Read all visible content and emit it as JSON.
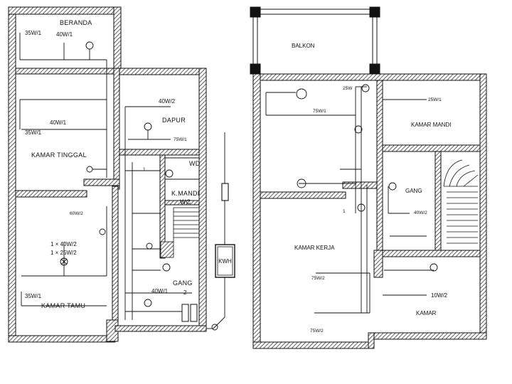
{
  "ground_floor": {
    "rooms": {
      "beranda": "BERANDA",
      "kamar_tinggal": "KAMAR TINGGAL",
      "dapur": "DAPUR",
      "wd": "WD",
      "kmandi_wc_1": "K.MANDI",
      "kmandi_wc_2": "WC",
      "kamar_tamu": "KAMAR TAMU",
      "gang": "GANG",
      "kwh": "KWH"
    },
    "ratings": {
      "beranda_wall": "35W/1",
      "beranda_ceiling": "40W/1",
      "tinggal_wall": "35W/1",
      "tinggal_ceiling": "40W/1",
      "dapur_ceiling": "40W/2",
      "dapur_small": "75W/1",
      "tamu_small": "60W/2",
      "tamu_line1": "1 × 40W/2",
      "tamu_line2": "1 × 25W/2",
      "tamu_wall": "35W/1",
      "gang_ceiling": "40W/1",
      "gang_num": "2",
      "stair_num": "1"
    }
  },
  "upper_floor": {
    "rooms": {
      "balkon": "BALKON",
      "kamar_mandi": "KAMAR MANDI",
      "gang": "GANG",
      "kamar_kerja": "KAMAR KERJA",
      "kamar": "KAMAR"
    },
    "ratings": {
      "r25_top": "25W",
      "r25_right": "25W/1",
      "r75_top": "75W/1",
      "gang": "40W/2",
      "kerja_ceiling": "75W/2",
      "kerja_bottom": "75W/2",
      "kamar": "10W/2",
      "stair_num": "1"
    }
  }
}
